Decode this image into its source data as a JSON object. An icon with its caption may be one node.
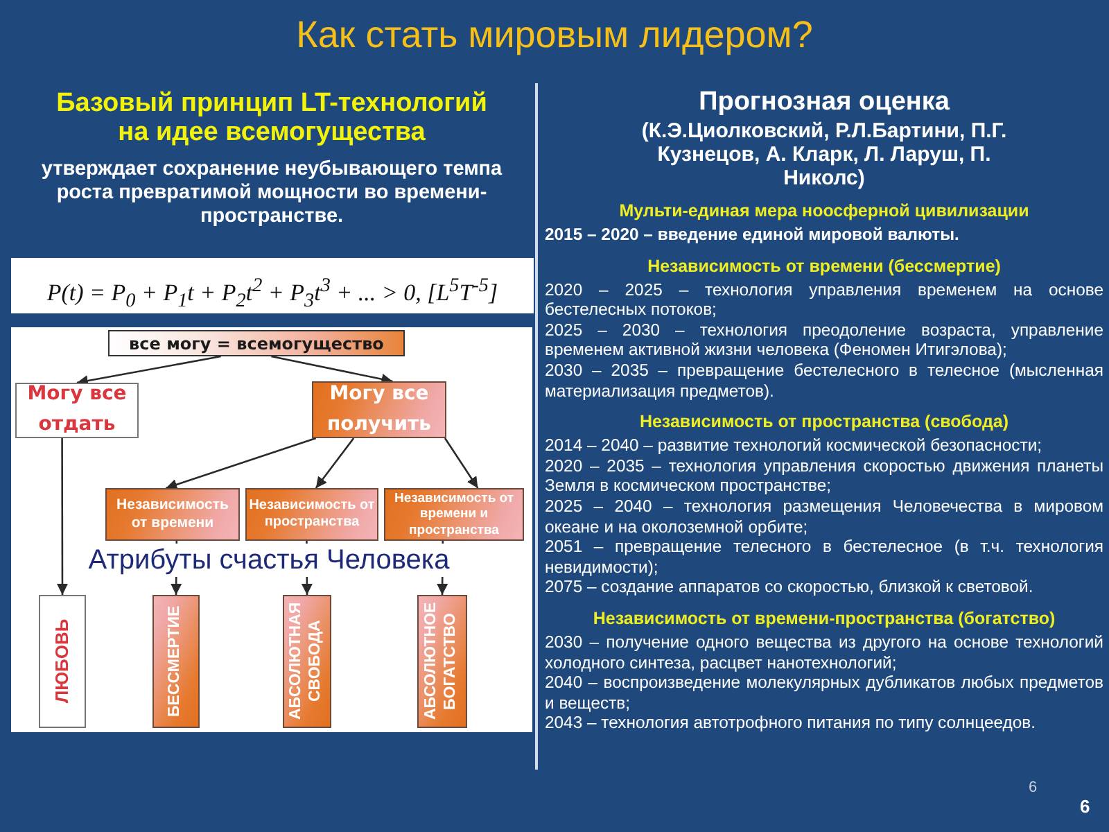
{
  "diagram": {
    "title": "Как стать мировым лидером?",
    "nodes": [
      {
        "text": [
          "все могу = всемогущество"
        ]
      },
      {
        "text": [
          "Могу все отдать"
        ]
      },
      {
        "text": [
          "Могу все получить"
        ]
      },
      {
        "text": [
          "Независимость от времени"
        ]
      },
      {
        "text": [
          "Независимость от пространства"
        ]
      },
      {
        "text": [
          "Независимость от времени и пространства"
        ]
      },
      {
        "text": [
          "ЛЮБОВЬ"
        ]
      },
      {
        "text": [
          "БЕССМЕРТИЕ"
        ]
      },
      {
        "text": [
          "АБСОЛЮТНАЯ СВОБОДА"
        ]
      },
      {
        "text": [
          "АБСОЛЮТНОЕ БОГАТСТВО"
        ]
      }
    ],
    "edges": [
      {
        "from": 0,
        "to": 1,
        "arrow": "to"
      },
      {
        "from": 0,
        "to": 2,
        "arrow": "to"
      },
      {
        "from": 2,
        "to": 3,
        "arrow": "to"
      },
      {
        "from": 2,
        "to": 4,
        "arrow": "to"
      },
      {
        "from": 2,
        "to": 5,
        "arrow": "to"
      },
      {
        "from": 1,
        "to": 6,
        "arrow": "to"
      },
      {
        "from": 3,
        "to": 7,
        "arrow": "to"
      },
      {
        "from": 4,
        "to": 8,
        "arrow": "to"
      },
      {
        "from": 5,
        "to": 9,
        "arrow": "to"
      }
    ],
    "labels": [
      "Базовый принцип LT-технологий на идее всемогущества",
      "утверждает сохранение неубывающего темпа роста превратимой мощности во времени-пространстве.",
      "P(t) = P$_{0}$ + P$_{1}$t + P$_{2}$t$^{2}$ + P$_{3}$t$^{3}$ + ... > 0,  [L$^{5}$T$^{-5}$]",
      "Атрибуты счастья Человека",
      "Прогнозная оценка",
      "(К.Э.Циолковский, Р.Л.Бартини, П.Г. Кузнецов, А. Кларк, Л. Ларуш, П. Николс)",
      "Мульти-единая мера ноосферной цивилизации",
      "2015 – 2020 – введение единой мировой валюты.",
      "Независимость от времени (бессмертие)",
      "2020 – 2025 – технология управления временем на основе бестелесных потоков;",
      "2025 – 2030 – технология преодоление возраста, управление временем активной жизни человека (Феномен Итигэлова);",
      "2030 – 2035 – превращение бестелесного в телесное (мысленная материализация предметов).",
      "Независимость от пространства (свобода)",
      "2014 – 2040 – развитие технологий космической безопасности;",
      "2020 – 2035 – технология управления скоростью движения планеты Земля в космическом пространстве;",
      "2025 – 2040 – технология размещения Человечества в мировом океане и на околоземной орбите;",
      "2051 – превращение телесного в бестелесное (в т.ч. технология невидимости);",
      "2075 – создание аппаратов со скоростью, близкой к световой.",
      "Независимость от времени-пространства (богатство)",
      "2030 – получение одного вещества из другого на основе технологий холодного синтеза, расцвет нанотехнологий;",
      "2040 – воспроизведение молекулярных дубликатов любых предметов и веществ;",
      "2043 – технология автотрофного питания по типу солнцеедов.",
      "6",
      "6"
    ]
  }
}
